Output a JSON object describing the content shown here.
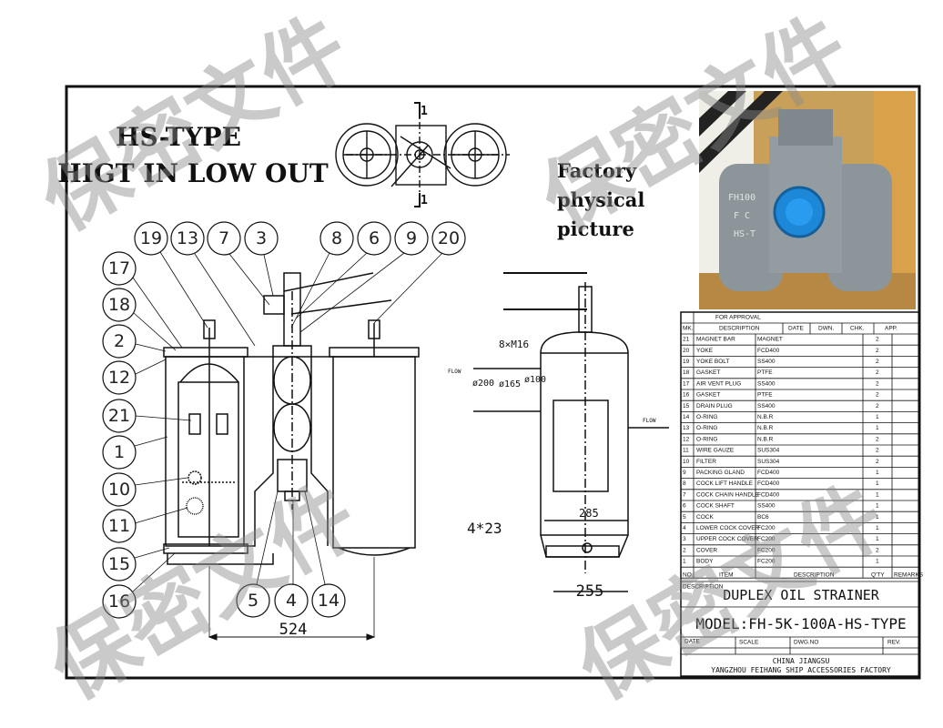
{
  "titles": {
    "type_line": "HS-TYPE",
    "flow_line": "HIGT IN LOW OUT",
    "factory_1": "Factory",
    "factory_2": "physical",
    "factory_3": "picture"
  },
  "balloons": [
    "19",
    "13",
    "7",
    "3",
    "8",
    "6",
    "9",
    "20",
    "17",
    "18",
    "2",
    "12",
    "21",
    "1",
    "10",
    "11",
    "15",
    "16",
    "5",
    "4",
    "14"
  ],
  "dimensions": {
    "overall_width": "524",
    "side_base": "255",
    "side_body": "285",
    "bolt_spec": "8×M16",
    "bolt_holes": "4*23",
    "dia_200": "ø200",
    "dia_165": "ø165",
    "dia_100": "ø100",
    "flow_in": "FLOW",
    "flow_out": "FLOW",
    "section_mark": "1"
  },
  "photo": {
    "body_text_1": "FH100",
    "body_text_2": "F C",
    "body_text_3": "HS-T"
  },
  "title_block": {
    "approval": "FOR APPROVAL",
    "rev_headers": [
      "MK.",
      "DESCRIPTION",
      "DATE",
      "DWN.",
      "CHK.",
      "APP."
    ],
    "parts": [
      {
        "no": "21",
        "item": "MAGNET BAR",
        "mat": "MAGNET",
        "qty": "2"
      },
      {
        "no": "20",
        "item": "YOKE",
        "mat": "FCD400",
        "qty": "2"
      },
      {
        "no": "19",
        "item": "YOKE BOLT",
        "mat": "SS400",
        "qty": "2"
      },
      {
        "no": "18",
        "item": "GASKET",
        "mat": "PTFE",
        "qty": "2"
      },
      {
        "no": "17",
        "item": "AIR VENT PLUG",
        "mat": "SS400",
        "qty": "2"
      },
      {
        "no": "16",
        "item": "GASKET",
        "mat": "PTFE",
        "qty": "2"
      },
      {
        "no": "15",
        "item": "DRAIN PLUG",
        "mat": "SS400",
        "qty": "2"
      },
      {
        "no": "14",
        "item": "O-RING",
        "mat": "N.B.R",
        "qty": "1"
      },
      {
        "no": "13",
        "item": "O-RING",
        "mat": "N.B.R",
        "qty": "1"
      },
      {
        "no": "12",
        "item": "O-RING",
        "mat": "N.B.R",
        "qty": "2"
      },
      {
        "no": "11",
        "item": "WIRE GAUZE",
        "mat": "SUS304",
        "qty": "2"
      },
      {
        "no": "10",
        "item": "FILTER",
        "mat": "SUS304",
        "qty": "2"
      },
      {
        "no": "9",
        "item": "PACKING GLAND",
        "mat": "FCD400",
        "qty": "1"
      },
      {
        "no": "8",
        "item": "COCK LIFT HANDLE",
        "mat": "FCD400",
        "qty": "1"
      },
      {
        "no": "7",
        "item": "COCK CHAIN HANDLE",
        "mat": "FCD400",
        "qty": "1"
      },
      {
        "no": "6",
        "item": "COCK SHAFT",
        "mat": "SS400",
        "qty": "1"
      },
      {
        "no": "5",
        "item": "COCK",
        "mat": "BC6",
        "qty": "1"
      },
      {
        "no": "4",
        "item": "LOWER COCK COVER",
        "mat": "FC200",
        "qty": "1"
      },
      {
        "no": "3",
        "item": "UPPER COCK COVER",
        "mat": "FC200",
        "qty": "1"
      },
      {
        "no": "2",
        "item": "COVER",
        "mat": "FC200",
        "qty": "2"
      },
      {
        "no": "1",
        "item": "BODY",
        "mat": "FC200",
        "qty": "1"
      }
    ],
    "part_headers": [
      "NO.",
      "ITEM",
      "DESCRIPTION",
      "Q'TY",
      "REMARKS"
    ],
    "description_label": "DESCRIPTION",
    "description": "DUPLEX OIL STRAINER",
    "model": "MODEL:FH-5K-100A-HS-TYPE",
    "date_label": "DATE",
    "scale_label": "SCALE",
    "dwg_label": "DWG.NO",
    "rev_label": "REV.",
    "company_1": "CHINA       JIANGSU",
    "company_2": "YANGZHOU FEIHANG SHIP ACCESSORIES FACTORY"
  },
  "watermark": {
    "text": "保密文件"
  },
  "colors": {
    "line": "#111111",
    "photo_body": "#8c969a",
    "photo_flange": "#1e88d8",
    "photo_bg": "#c9a05a",
    "watermark": "#8a8a8a"
  }
}
